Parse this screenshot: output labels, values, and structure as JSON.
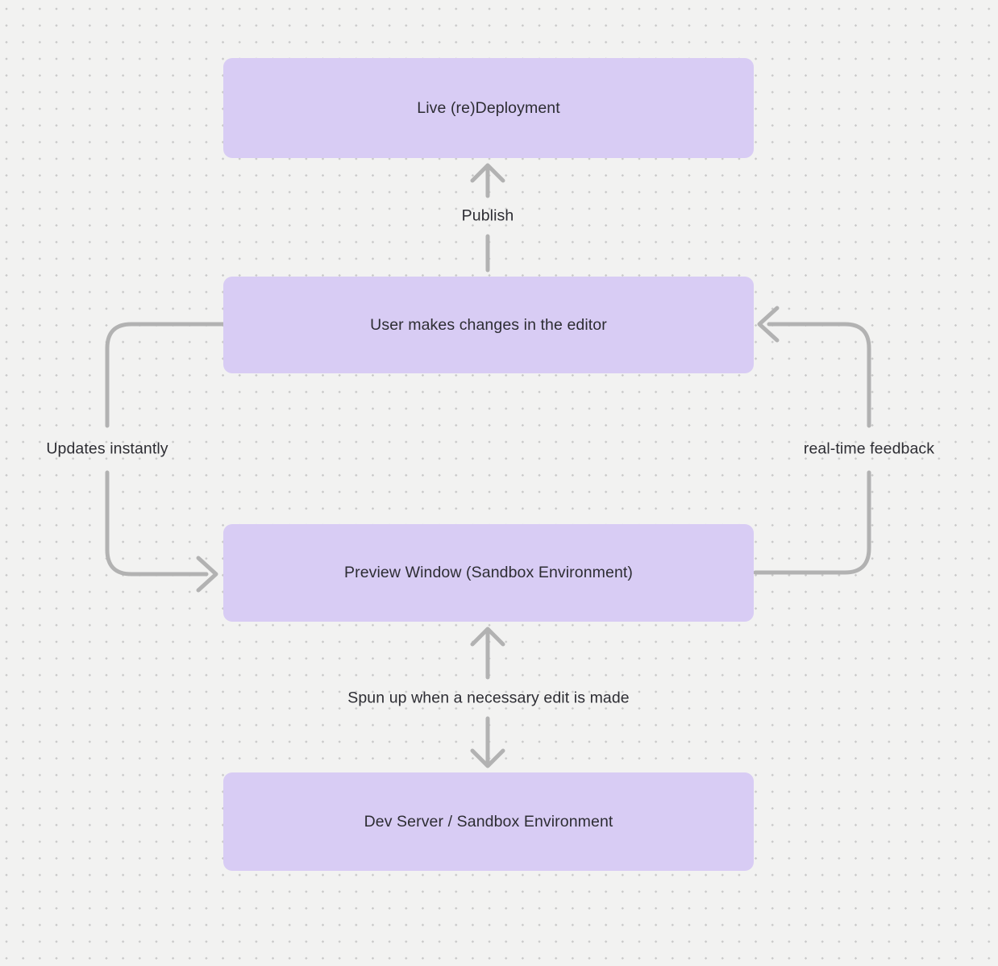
{
  "diagram": {
    "colors": {
      "bg": "#f2f2f1",
      "dot": "#c9c9c9",
      "node_fill": "#d8ccf4",
      "arrow": "#b2b2b2",
      "text": "#2d2d33"
    },
    "nodes": [
      {
        "id": "live-redeployment",
        "label": "Live (re)Deployment"
      },
      {
        "id": "user-editor",
        "label": "User makes changes in the editor"
      },
      {
        "id": "preview-window",
        "label": "Preview Window (Sandbox Environment)"
      },
      {
        "id": "dev-server",
        "label": "Dev Server / Sandbox Environment"
      }
    ],
    "edges": [
      {
        "label": "Publish",
        "from": "user-editor",
        "to": "live-redeployment",
        "direction": "up"
      },
      {
        "label": "Updates instantly",
        "from": "user-editor",
        "to": "preview-window",
        "direction": "left-side-down"
      },
      {
        "label": "real-time feedback",
        "from": "preview-window",
        "to": "user-editor",
        "direction": "right-side-up"
      },
      {
        "label": "Spun up when a necessary edit is made",
        "from": "preview-window",
        "to": "dev-server",
        "direction": "both"
      }
    ]
  }
}
